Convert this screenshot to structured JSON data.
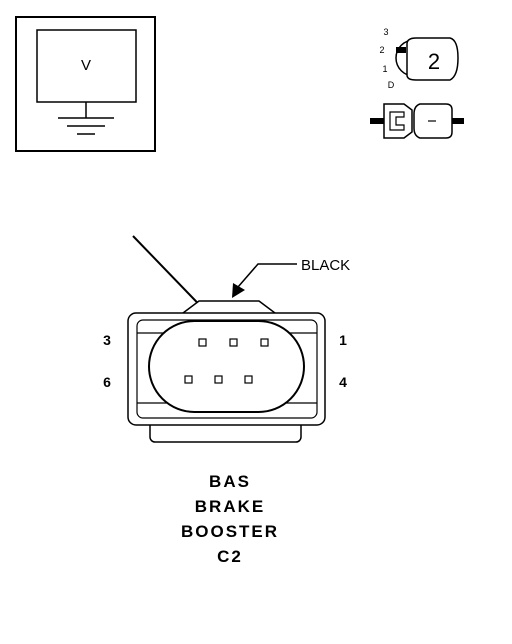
{
  "meter": {
    "symbol": "V"
  },
  "selector": {
    "positions": [
      "3",
      "2",
      "1",
      "D"
    ],
    "current": "2"
  },
  "connector": {
    "color_label": "BLACK",
    "pins": {
      "top_left": "3",
      "top_right": "1",
      "bottom_left": "6",
      "bottom_right": "4"
    }
  },
  "caption": {
    "line1": "BAS",
    "line2": "BRAKE",
    "line3": "BOOSTER",
    "line4": "C2"
  }
}
